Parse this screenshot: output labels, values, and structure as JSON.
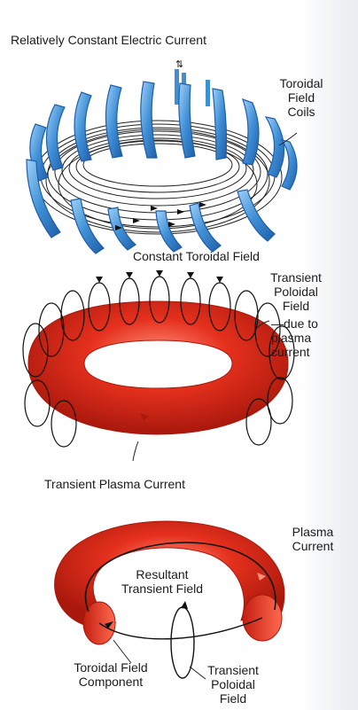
{
  "diagram1": {
    "title": "Relatively Constant Electric Current",
    "coils_label": [
      "Toroidal",
      "Field",
      "Coils"
    ],
    "field_label": "Constant Toroidal Field"
  },
  "diagram2": {
    "poloidal_label": [
      "Transient",
      "Poloidal",
      "Field"
    ],
    "due_label": [
      "—due to",
      "plasma",
      "current"
    ],
    "current_label": "Transient Plasma Current"
  },
  "diagram3": {
    "plasma_label": [
      "Plasma",
      "Current"
    ],
    "resultant_label": [
      "Resultant",
      "Transient Field"
    ],
    "toroidal_component_label": [
      "Toroidal Field",
      "Component"
    ],
    "poloidal_label": [
      "Transient",
      "Poloidal",
      "Field"
    ]
  },
  "colors": {
    "coil_blue": "#3f8fd6",
    "coil_dark": "#1f5ea8",
    "plasma_red": "#e5301d",
    "plasma_dark": "#a8180c",
    "plasma_light": "#ff8f7a"
  }
}
